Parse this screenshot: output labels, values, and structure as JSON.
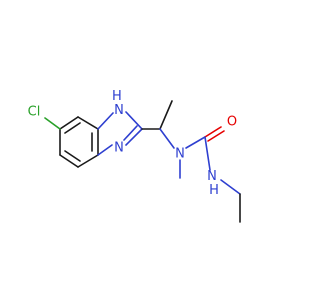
{
  "molecule": {
    "atoms": {
      "chlorine": "Cl",
      "imidazole_nh": "H\nN",
      "imidazole_n": "N",
      "amide_n": "N",
      "urea_nh": "N\nH",
      "carbonyl_o": "O"
    },
    "colors": {
      "carbon": "#1a1a1a",
      "nitrogen": "#2e3fd0",
      "oxygen": "#e60000",
      "chlorine": "#2aa12a"
    }
  }
}
